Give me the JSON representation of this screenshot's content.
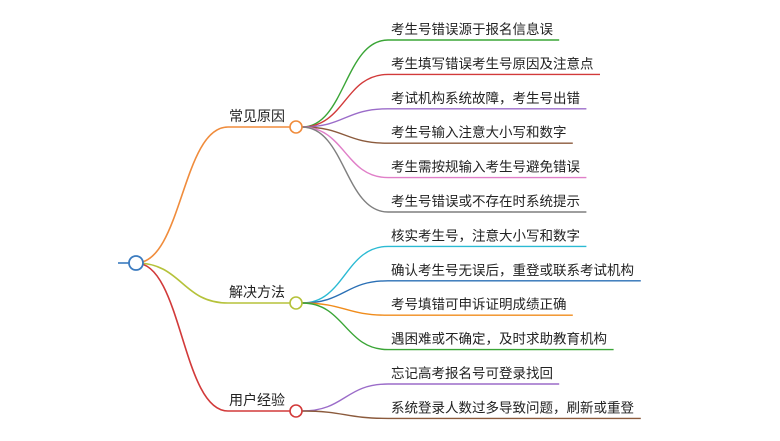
{
  "mindmap": {
    "root": {
      "color": "#3b7bbf"
    },
    "branches": [
      {
        "label": "常见原因",
        "color": "#f08c3c",
        "leaves": [
          {
            "label": "考生号错误源于报名信息误",
            "color": "#3aa536"
          },
          {
            "label": "考生填写错误考生号原因及注意点",
            "color": "#d23a3a"
          },
          {
            "label": "考试机构系统故障，考生号出错",
            "color": "#9b6cc9"
          },
          {
            "label": "考生号输入注意大小写和数字",
            "color": "#8b5a3c"
          },
          {
            "label": "考生需按规输入考生号避免错误",
            "color": "#e07fc8"
          },
          {
            "label": "考生号错误或不存在时系统提示",
            "color": "#7f7f7f"
          }
        ]
      },
      {
        "label": "解决方法",
        "color": "#b5c23a",
        "leaves": [
          {
            "label": "核实考生号，注意大小写和数字",
            "color": "#2bbad3"
          },
          {
            "label": "确认考生号无误后，重登或联系考试机构",
            "color": "#2a6fb5"
          },
          {
            "label": "考号填错可申诉证明成绩正确",
            "color": "#f08c1c"
          },
          {
            "label": "遇困难或不确定，及时求助教育机构",
            "color": "#3aa536"
          }
        ]
      },
      {
        "label": "用户经验",
        "color": "#d23a3a",
        "leaves": [
          {
            "label": "忘记高考报名号可登录找回",
            "color": "#9b6cc9"
          },
          {
            "label": "系统登录人数过多导致问题，刷新或重登",
            "color": "#8b5a3c"
          }
        ]
      }
    ]
  }
}
